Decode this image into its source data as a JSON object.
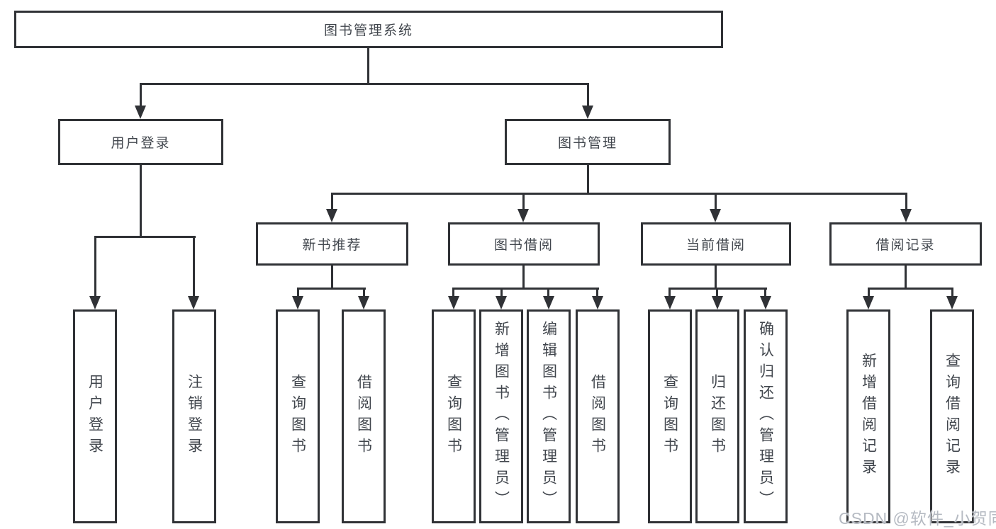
{
  "diagram": {
    "title": "图书管理系统",
    "level1": [
      {
        "label": "用户登录"
      },
      {
        "label": "图书管理"
      }
    ],
    "level2": [
      {
        "label": "新书推荐",
        "parent": "图书管理"
      },
      {
        "label": "图书借阅",
        "parent": "图书管理"
      },
      {
        "label": "当前借阅",
        "parent": "图书管理"
      },
      {
        "label": "借阅记录",
        "parent": "图书管理"
      }
    ],
    "leaves": [
      {
        "label": "用户登录",
        "parent": "用户登录"
      },
      {
        "label": "注销登录",
        "parent": "用户登录"
      },
      {
        "label": "查询图书",
        "parent": "新书推荐"
      },
      {
        "label": "借阅图书",
        "parent": "新书推荐"
      },
      {
        "label": "查询图书",
        "parent": "图书借阅"
      },
      {
        "label": "新增图书（管理员）",
        "parent": "图书借阅"
      },
      {
        "label": "编辑图书（管理员）",
        "parent": "图书借阅"
      },
      {
        "label": "借阅图书",
        "parent": "图书借阅"
      },
      {
        "label": "查询图书",
        "parent": "当前借阅"
      },
      {
        "label": "归还图书",
        "parent": "当前借阅"
      },
      {
        "label": "确认归还（管理员）",
        "parent": "当前借阅"
      },
      {
        "label": "新增借阅记录",
        "parent": "借阅记录"
      },
      {
        "label": "查询借阅记录",
        "parent": "借阅记录"
      }
    ]
  },
  "watermark": "CSDN @软件_小贺同学",
  "colors": {
    "line": "#303236",
    "text": "#41464d",
    "background": "#ffffff",
    "watermark": "#b5bac2"
  }
}
